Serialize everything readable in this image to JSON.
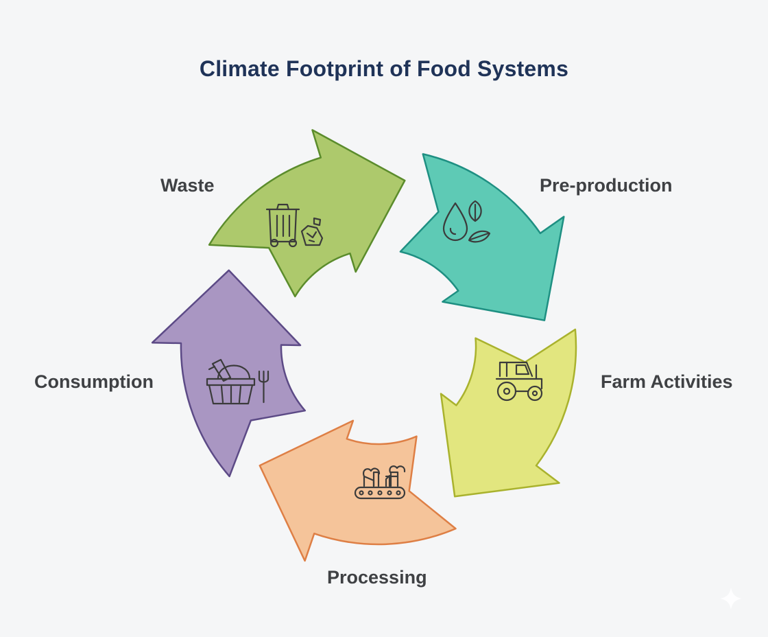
{
  "title": "Climate Footprint of Food Systems",
  "stages": [
    {
      "label": "Pre-production",
      "icon": "water-drop-leaf-icon",
      "fill": "#5ecab5",
      "stroke": "#1e8f82"
    },
    {
      "label": "Farm Activities",
      "icon": "tractor-icon",
      "fill": "#e2e67f",
      "stroke": "#a9b22d"
    },
    {
      "label": "Processing",
      "icon": "factory-conveyor-icon",
      "fill": "#f5c49a",
      "stroke": "#de7f45"
    },
    {
      "label": "Consumption",
      "icon": "basket-fork-icon",
      "fill": "#a996c2",
      "stroke": "#5c4a86"
    },
    {
      "label": "Waste",
      "icon": "trash-can-icon",
      "fill": "#adc96c",
      "stroke": "#5b8c2c"
    }
  ]
}
